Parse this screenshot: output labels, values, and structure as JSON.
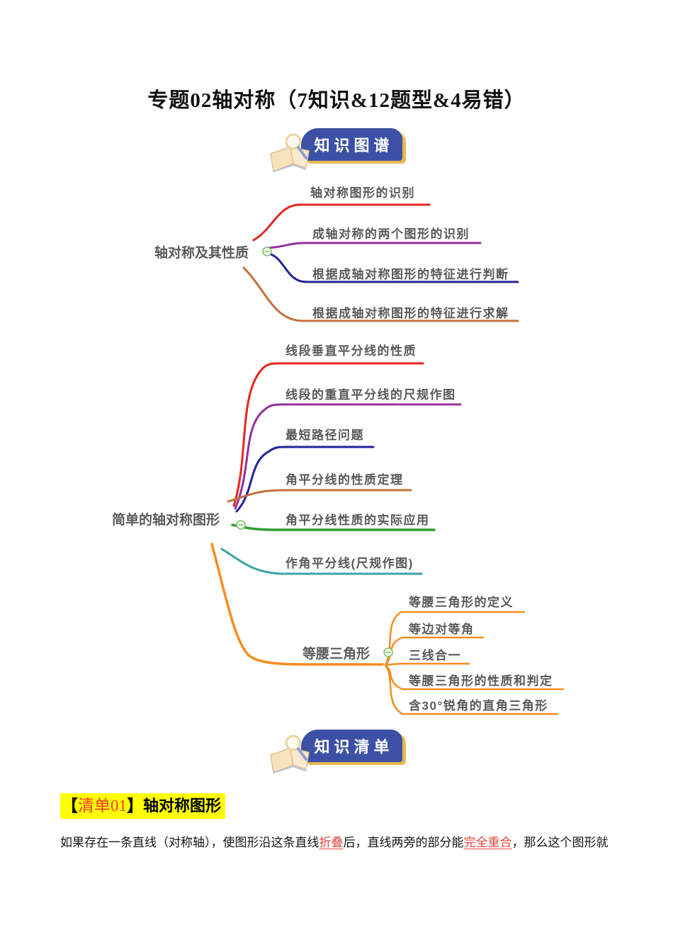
{
  "page": {
    "title": "专题02轴对称（7知识&12题型&4易错）"
  },
  "badges": {
    "knowledge_map": "知识图谱",
    "knowledge_list": "知识清单",
    "panel_color": "#3c51a5",
    "accent_gold": "#e6b94d",
    "icon": "book-magnifier-icon"
  },
  "mindmap": {
    "text_color": "#595959",
    "toggle_color": "#7cbf63",
    "toggle_icon": "collapse-minus-icon",
    "branches": [
      {
        "label": "轴对称及其性质",
        "children": [
          {
            "label": "轴对称图形的识别",
            "color": "#e8251f"
          },
          {
            "label": "成轴对称的两个图形的识别",
            "color": "#94309c"
          },
          {
            "label": "根据成轴对称图形的特征进行判断",
            "color": "#232299"
          },
          {
            "label": "根据成轴对称图形的特征进行求解",
            "color": "#c2713d"
          }
        ]
      },
      {
        "label": "简单的轴对称图形",
        "children": [
          {
            "label": "线段垂直平分线的性质",
            "color": "#e8251f"
          },
          {
            "label": "线段的重直平分线的尺规作图",
            "color": "#94309c"
          },
          {
            "label": "最短路径问题",
            "color": "#232299"
          },
          {
            "label": "角平分线的性质定理",
            "color": "#c2713d"
          },
          {
            "label": "角平分线性质的实际应用",
            "color": "#2f9e33"
          },
          {
            "label": "作角平分线(尺规作图)",
            "color": "#3da3a3"
          }
        ]
      },
      {
        "label": "等腰三角形",
        "color": "#f78b1f",
        "children": [
          {
            "label": "等腰三角形的定义",
            "color": "#f78b1f"
          },
          {
            "label": "等边对等角",
            "color": "#f78b1f"
          },
          {
            "label": "三线合一",
            "color": "#f78b1f"
          },
          {
            "label": "等腰三角形的性质和判定",
            "color": "#f78b1f"
          },
          {
            "label": "含30°锐角的直角三角形",
            "color": "#f78b1f"
          }
        ]
      }
    ]
  },
  "section": {
    "tag_open": "【",
    "tag_label": "清单01",
    "tag_close": "】",
    "heading": "轴对称图形",
    "highlight_color": "#ffff00",
    "tag_color": "#f03b30"
  },
  "paragraph": {
    "accent_red": "#e2453a",
    "parts": [
      {
        "text": "如果存在一条直线（对称轴），使图形沿这条直线",
        "style": "normal"
      },
      {
        "text": "折叠",
        "style": "red-underline"
      },
      {
        "text": "后，直线两旁的部分能",
        "style": "normal"
      },
      {
        "text": "完全重合",
        "style": "red-underline"
      },
      {
        "text": "，那么这个图形就",
        "style": "normal"
      }
    ]
  }
}
